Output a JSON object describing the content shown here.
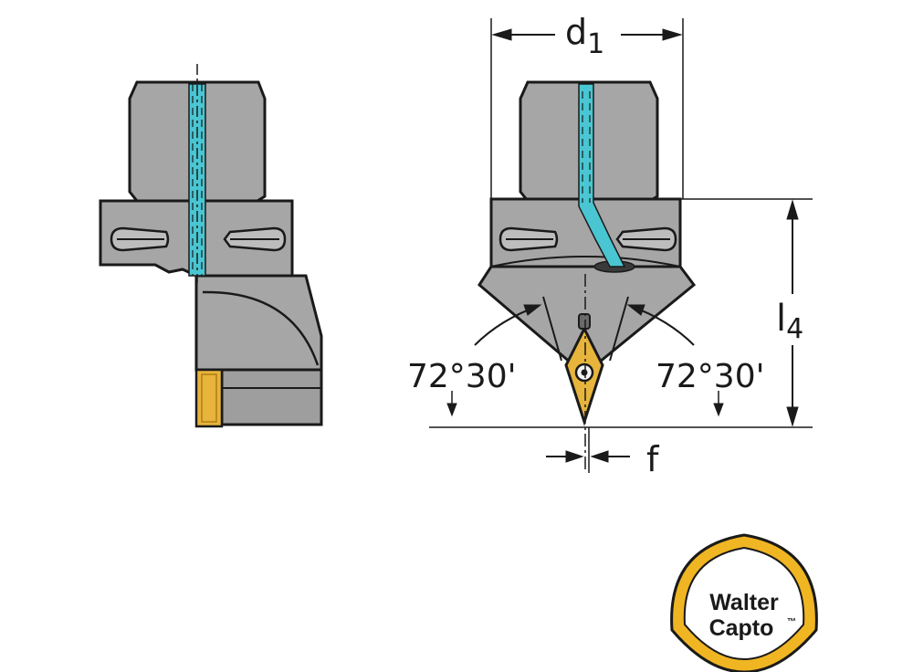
{
  "labels": {
    "d1_main": "d",
    "d1_sub": "1",
    "l4_main": "l",
    "l4_sub": "4",
    "angle_left": "72°30'",
    "angle_right": "72°30'",
    "f": "f"
  },
  "logo": {
    "line1": "Walter",
    "line2": "Capto",
    "tm": "™"
  },
  "colors": {
    "body": "#a6a6a6",
    "body_light": "#bdbdbd",
    "outline": "#1a1a1a",
    "coolant": "#49c6d2",
    "insert": "#e7b43c",
    "logo_ring": "#f0b522"
  }
}
